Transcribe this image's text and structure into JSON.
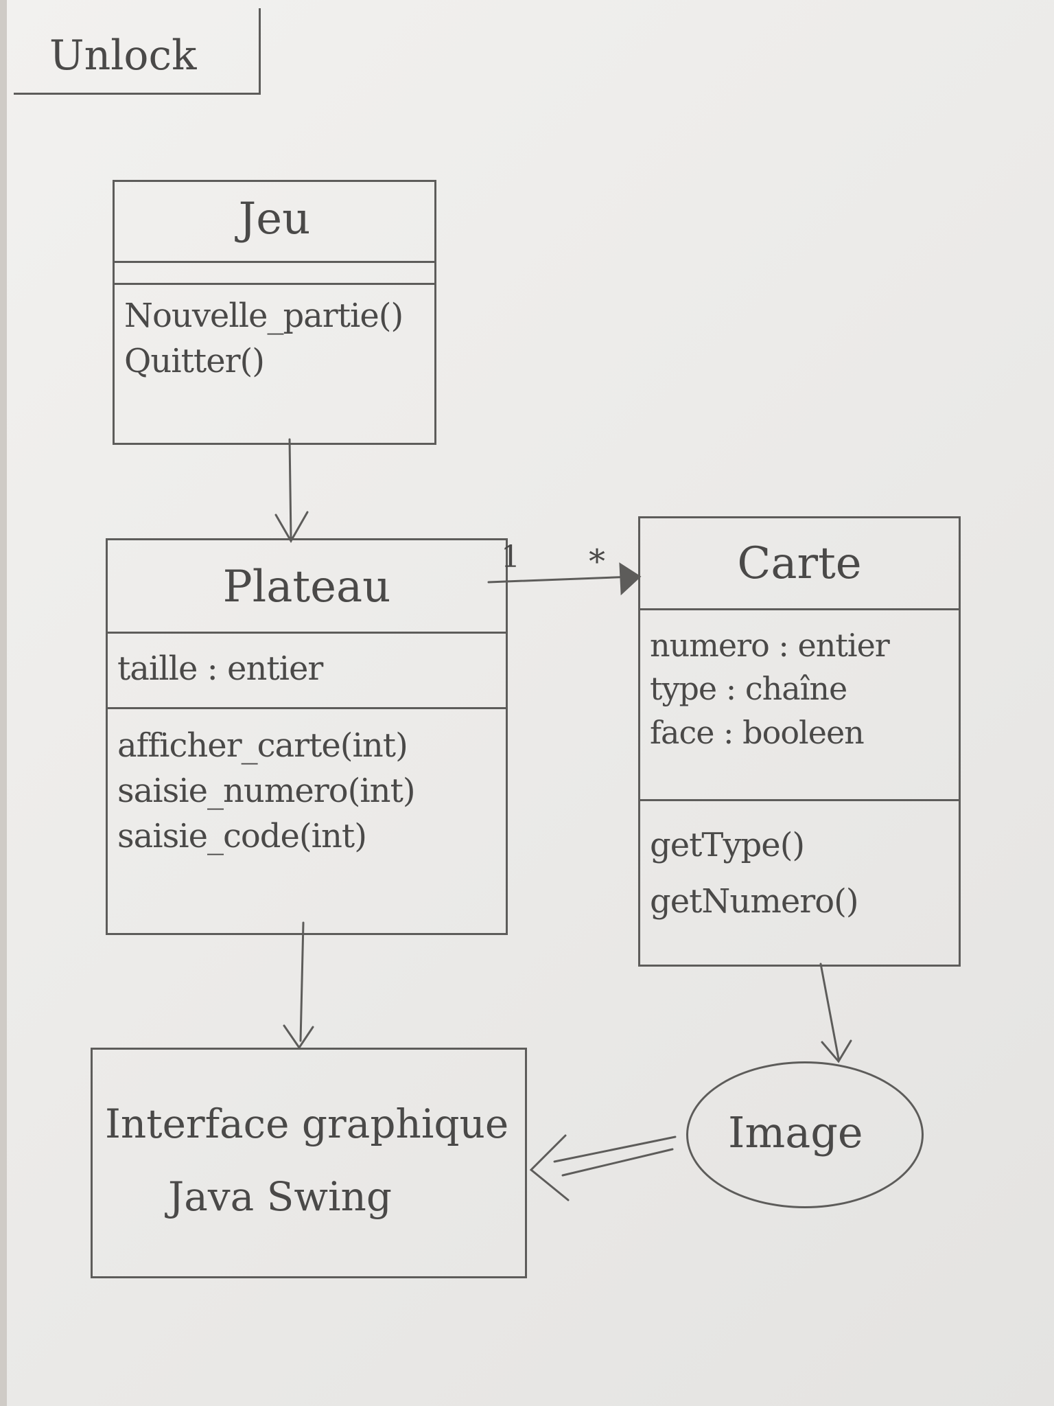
{
  "title": "Unlock",
  "classes": {
    "jeu": {
      "name": "Jeu",
      "attributes": [],
      "methods": [
        "Nouvelle_partie()",
        "Quitter()"
      ]
    },
    "plateau": {
      "name": "Plateau",
      "attributes": [
        "taille : entier"
      ],
      "methods": [
        "afficher_carte(int)",
        "saisie_numero(int)",
        "saisie_code(int)"
      ]
    },
    "carte": {
      "name": "Carte",
      "attributes": [
        "numero : entier",
        "type : chaîne",
        "face : booleen"
      ],
      "methods": [
        "getType()",
        "getNumero()"
      ]
    }
  },
  "multiplicity": {
    "plateau_end": "1",
    "carte_end": "*"
  },
  "interface": {
    "line1": "Interface graphique",
    "line2": "Java Swing"
  },
  "image_node": {
    "label": "Image"
  }
}
